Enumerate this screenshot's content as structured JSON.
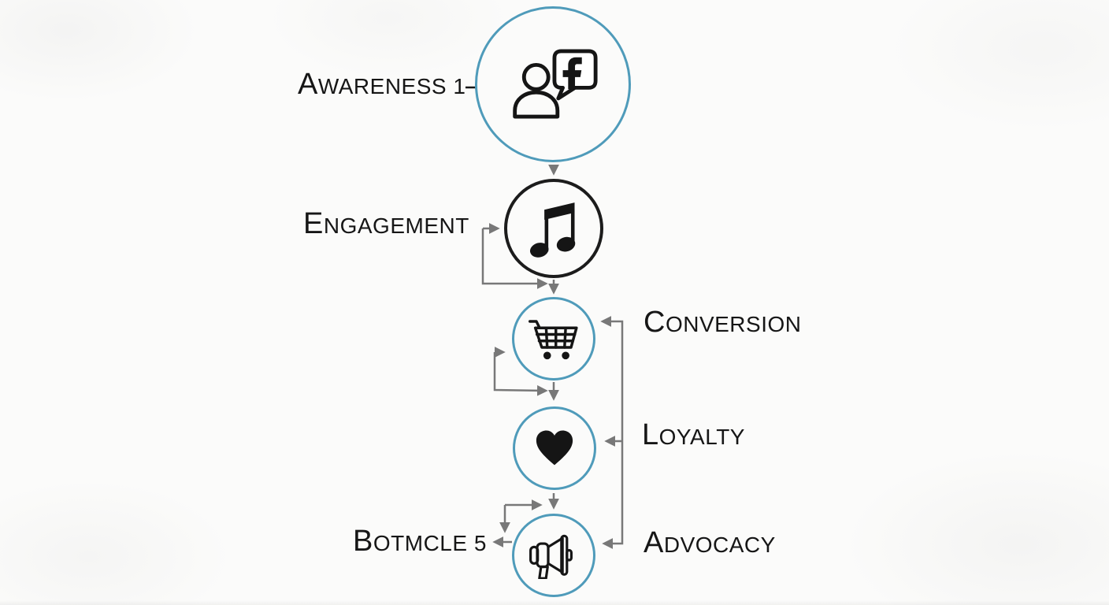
{
  "diagram": {
    "type": "marketing-funnel-flowchart",
    "labels": {
      "awareness": "Awareness 1",
      "engagement": "Engagement",
      "conversion": "Conversion",
      "loyalty": "Loyalty",
      "botmcle": "Botmcle 5",
      "advocacy": "Advocacy"
    },
    "nodes": [
      {
        "id": "awareness",
        "icon": "person-facebook-icon",
        "outline": "blue"
      },
      {
        "id": "engagement",
        "icon": "music-note-icon",
        "outline": "dark"
      },
      {
        "id": "conversion",
        "icon": "shopping-cart-icon",
        "outline": "blue"
      },
      {
        "id": "loyalty",
        "icon": "heart-icon",
        "outline": "blue"
      },
      {
        "id": "advocacy",
        "icon": "megaphone-icon",
        "outline": "blue"
      }
    ],
    "colors": {
      "circle_blue": "#4f9bba",
      "circle_dark": "#1c1c1c",
      "arrow_gray": "#787878",
      "icon_black": "#151515",
      "text": "#161616",
      "background": "#fbfbfa"
    }
  }
}
